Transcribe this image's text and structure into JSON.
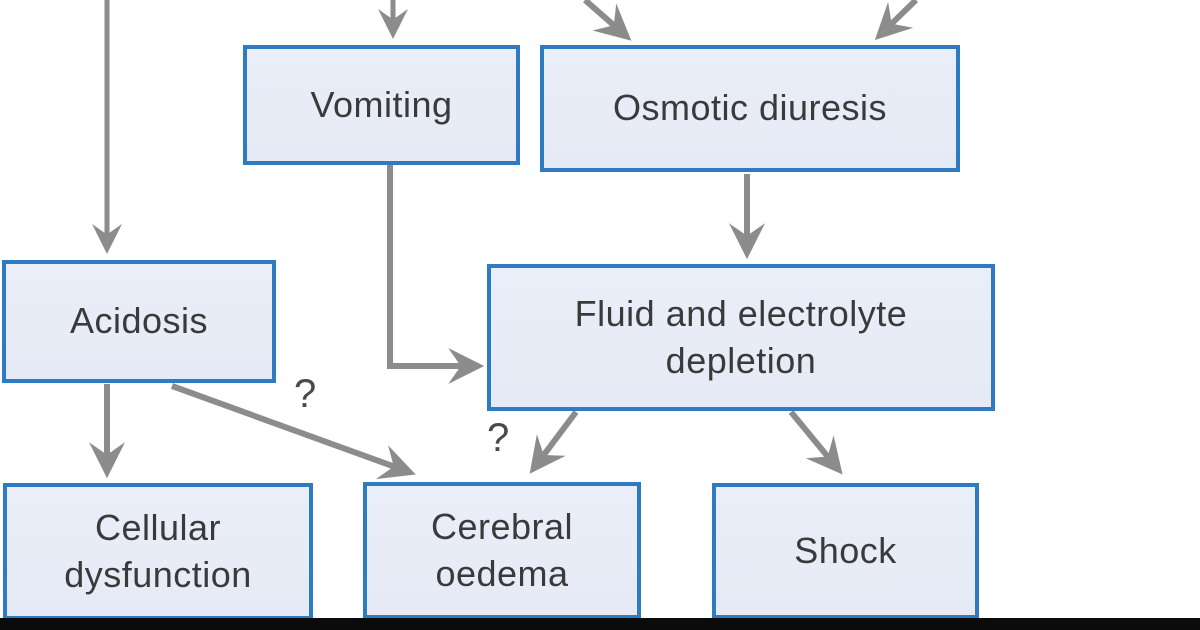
{
  "diagram": {
    "type": "flowchart",
    "nodes": [
      {
        "id": "vomiting",
        "label": "Vomiting"
      },
      {
        "id": "osmotic-diuresis",
        "label": "Osmotic diuresis"
      },
      {
        "id": "acidosis",
        "label": "Acidosis"
      },
      {
        "id": "fluid-electrolyte-depletion",
        "label": "Fluid and electrolyte depletion"
      },
      {
        "id": "cellular-dysfunction",
        "label": "Cellular dysfunction"
      },
      {
        "id": "cerebral-oedema",
        "label": "Cerebral oedema"
      },
      {
        "id": "shock",
        "label": "Shock"
      }
    ],
    "edges": [
      {
        "from": "offscreen-top",
        "to": "acidosis",
        "label": ""
      },
      {
        "from": "offscreen-top",
        "to": "vomiting",
        "label": ""
      },
      {
        "from": "offscreen-top-left",
        "to": "osmotic-diuresis",
        "label": ""
      },
      {
        "from": "offscreen-top-right",
        "to": "osmotic-diuresis",
        "label": ""
      },
      {
        "from": "vomiting",
        "to": "fluid-electrolyte-depletion",
        "label": ""
      },
      {
        "from": "osmotic-diuresis",
        "to": "fluid-electrolyte-depletion",
        "label": ""
      },
      {
        "from": "acidosis",
        "to": "cellular-dysfunction",
        "label": ""
      },
      {
        "from": "acidosis",
        "to": "cerebral-oedema",
        "label": "?"
      },
      {
        "from": "fluid-electrolyte-depletion",
        "to": "cerebral-oedema",
        "label": "?"
      },
      {
        "from": "fluid-electrolyte-depletion",
        "to": "shock",
        "label": ""
      }
    ],
    "colors": {
      "node_fill": "#e8ecf7",
      "node_border": "#2f7bc1",
      "arrow": "#8c8c8c",
      "text": "#3a3a3a",
      "bottom_bar": "#0b0b0b",
      "background": "#ffffff"
    }
  }
}
